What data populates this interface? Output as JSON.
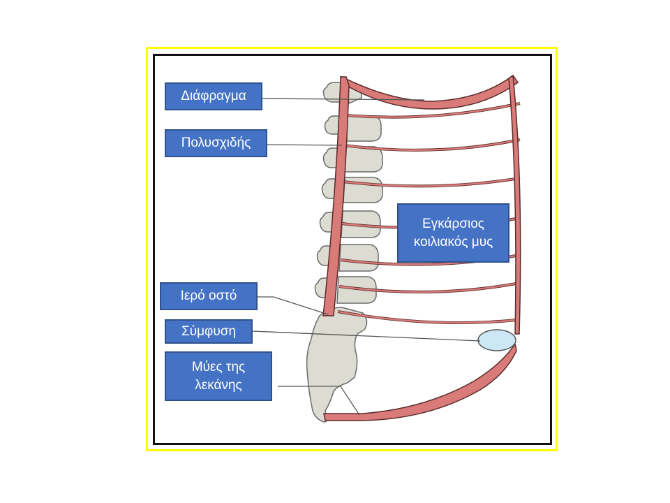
{
  "labels": {
    "diaphragm": "Διάφραγμα",
    "multifidus": "Πολυσχιδής",
    "transversus": "Εγκάρσιος\nκοιλιακός μυς",
    "sacrum": "Ιερό οστό",
    "symphysis": "Σύμφυση",
    "pelvic_floor": "Μύες της\nλεκάνης"
  },
  "colors": {
    "muscle": "#d97b78",
    "muscle_outline": "#5a2a2a",
    "bone": "#dcdcd2",
    "bone_outline": "#6a6a6a",
    "symphysis": "#cce7f5",
    "label_bg": "#4472c4",
    "frame_outer": "#ffff00",
    "frame_inner": "#111111"
  }
}
